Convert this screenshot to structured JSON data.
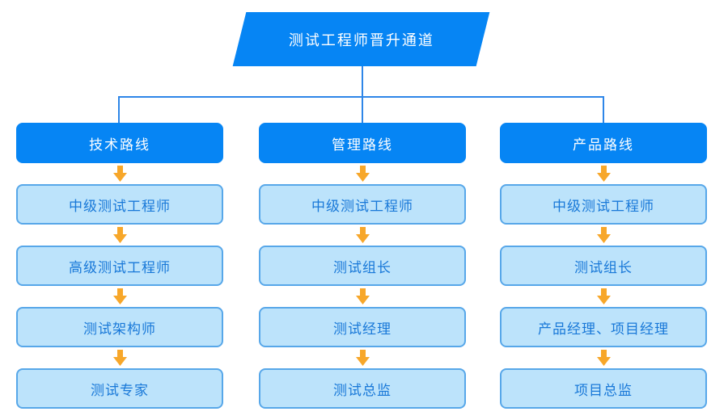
{
  "title": {
    "text": "测试工程师晋升通道"
  },
  "colors": {
    "primary_blue": "#0685F4",
    "light_blue_fill": "#BCE3FB",
    "light_blue_border": "#57A7E9",
    "box_text_blue": "#1878D8",
    "connector_blue": "#2E86E8",
    "arrow_orange": "#F7A72A",
    "title_text": "#FFFFFF",
    "background": "#FFFFFF"
  },
  "diagram": {
    "type": "flowchart",
    "direction": "top-down"
  },
  "columns": [
    {
      "id": "technical",
      "header": "技术路线",
      "steps": [
        "中级测试工程师",
        "高级测试工程师",
        "测试架构师",
        "测试专家"
      ]
    },
    {
      "id": "management",
      "header": "管理路线",
      "steps": [
        "中级测试工程师",
        "测试组长",
        "测试经理",
        "测试总监"
      ]
    },
    {
      "id": "product",
      "header": "产品路线",
      "steps": [
        "中级测试工程师",
        "测试组长",
        "产品经理、项目经理",
        "项目总监"
      ]
    }
  ],
  "icons": {
    "arrow": "down-arrow-icon"
  }
}
